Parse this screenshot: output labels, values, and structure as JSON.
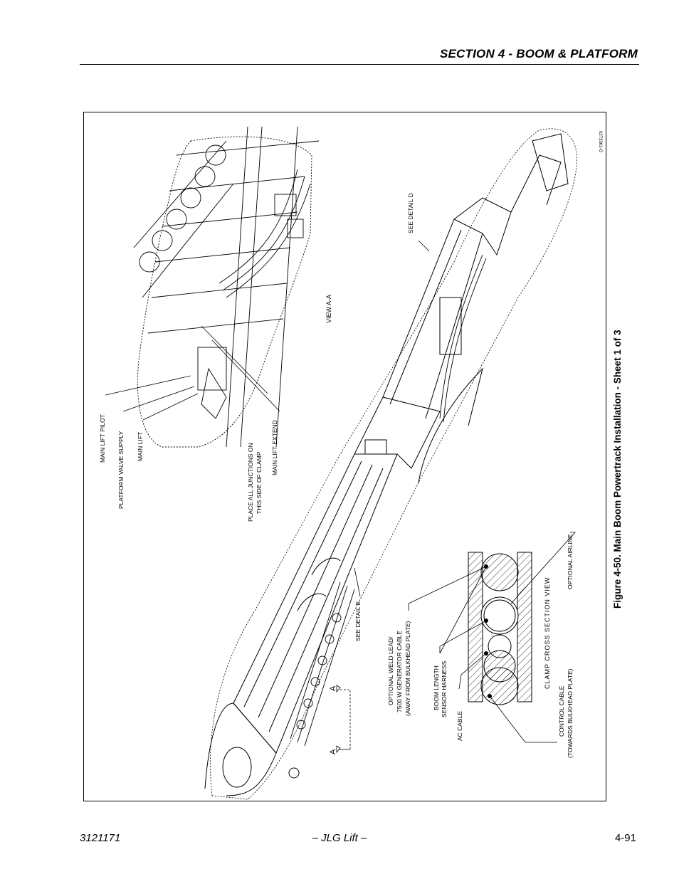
{
  "header": {
    "section_title": "SECTION 4 - BOOM & PLATFORM"
  },
  "figure": {
    "drawing_number": "0273361-G",
    "caption": "Figure 4-50.  Main Boom Powertrack Installation - Sheet 1 of 3",
    "callouts": {
      "main_lift_pilot": "MAIN LIFT PILOT",
      "platform_valve_supply": "PLATFORM VALVE SUPPLY",
      "main_lift": "MAIN LIFT",
      "place_junctions_1": "PLACE ALL JUNCTIONS ON",
      "place_junctions_2": "THIS SIDE OF CLAMP",
      "main_lift_extend": "MAIN LIFT EXTEND",
      "view_aa": "VIEW A-A",
      "see_detail_d": "SEE DETAIL D",
      "see_detail_e": "SEE DETAIL E",
      "section_a": "A",
      "weld_1": "OPTIONAL WELD LEAD/",
      "weld_2": "7500 W GENERATOR CABLE",
      "weld_3": "(AWAY FROM BULKHEAD PLATE)",
      "boom_length_1": "BOOM LENGTH",
      "boom_length_2": "SENSOR HARNESS",
      "ac_cable": "AC CABLE",
      "control_cable_1": "CONTROL CABLE",
      "control_cable_2": "(TOWARDS BULKHEAD PLATE)",
      "clamp_view": "CLAMP   CROSS   SECTION   VIEW",
      "optional_airline": "OPTIONAL AIRLINE"
    }
  },
  "footer": {
    "doc_number": "3121171",
    "publisher": "– JLG Lift –",
    "page_number": "4-91"
  }
}
